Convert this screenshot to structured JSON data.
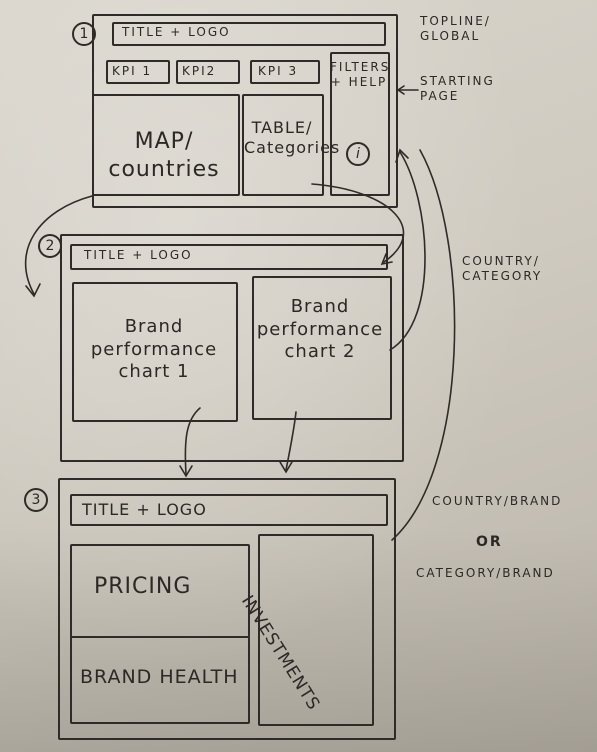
{
  "pages": [
    {
      "number": "1",
      "title": "TITLE + LOGO",
      "kpis": [
        "KPI 1",
        "KPI2",
        "KPI 3"
      ],
      "panels": {
        "map": "MAP/ countries",
        "table": "TABLE/ Categories",
        "filters": "FILTERS + HELP",
        "help_icon": "i"
      },
      "side_note": "TOPLINE/ GLOBAL",
      "starting_note": "STARTING PAGE"
    },
    {
      "number": "2",
      "title": "TITLE + LOGO",
      "panels": {
        "chart1": "Brand performance chart 1",
        "chart2": "Brand performance chart 2"
      },
      "side_note": "COUNTRY/ CATEGORY"
    },
    {
      "number": "3",
      "title": "TITLE + LOGO",
      "panels": {
        "pricing": "PRICING",
        "brand_health": "BRAND HEALTH",
        "investments": "INVESTMENTS"
      },
      "side_note_1": "COUNTRY/BRAND",
      "side_note_or": "OR",
      "side_note_2": "CATEGORY/BRAND"
    }
  ],
  "colors": {
    "ink": "#2e2b28",
    "paper": "#d3cec5"
  }
}
